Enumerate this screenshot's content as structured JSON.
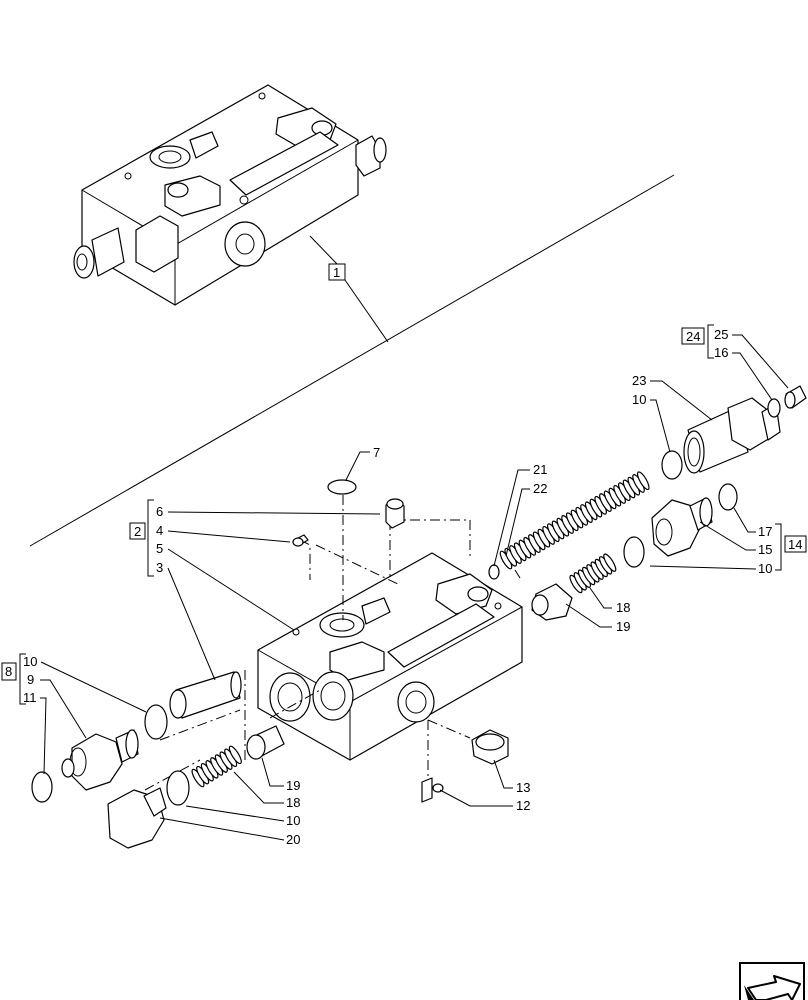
{
  "callouts": {
    "c1": "1",
    "c2": "2",
    "c3": "3",
    "c4": "4",
    "c5": "5",
    "c6": "6",
    "c7": "7",
    "c8": "8",
    "c9": "9",
    "c10a": "10",
    "c10b": "10",
    "c10c": "10",
    "c10d": "10",
    "c11": "11",
    "c12": "12",
    "c13": "13",
    "c14": "14",
    "c15": "15",
    "c16": "16",
    "c17": "17",
    "c18a": "18",
    "c18b": "18",
    "c19a": "19",
    "c19b": "19",
    "c20": "20",
    "c21": "21",
    "c22": "22",
    "c23": "23",
    "c24": "24",
    "c25": "25"
  },
  "nav_icon": "next-page-arrow-icon"
}
